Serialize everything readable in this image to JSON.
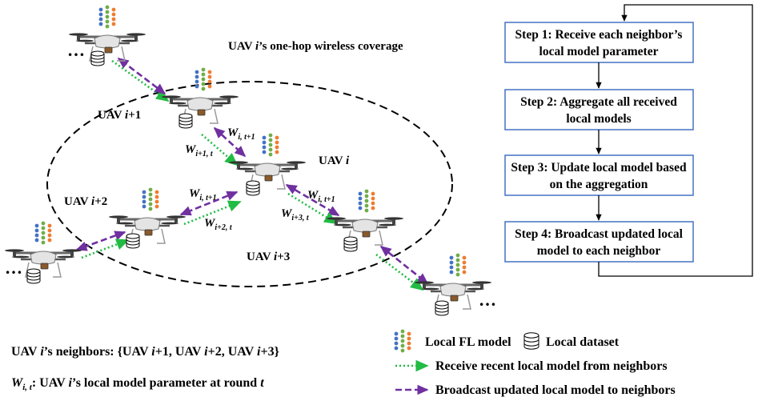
{
  "coverage_label": {
    "pre": "UAV ",
    "var": "i",
    "post": "’s one-hop wireless coverage"
  },
  "steps": [
    {
      "line1": "Step 1: Receive each neighbor’s",
      "line2": "local model parameter"
    },
    {
      "line1": "Step 2: Aggregate all received",
      "line2": "local models"
    },
    {
      "line1": "Step 3: Update local model based",
      "line2": "on the aggregation"
    },
    {
      "line1": "Step 4: Broadcast updated local",
      "line2": "model to each neighbor"
    }
  ],
  "uav_labels": {
    "i": {
      "pre": "UAV ",
      "var": "i",
      "post": ""
    },
    "i1": {
      "pre": "UAV ",
      "var": "i",
      "post": "+1"
    },
    "i2": {
      "pre": "UAV ",
      "var": "i",
      "post": "+2"
    },
    "i3": {
      "pre": "UAV ",
      "var": "i",
      "post": "+3"
    }
  },
  "ellipsis": "…",
  "weights": {
    "w_i_t1_a": {
      "base": "W",
      "sub": "i, t+1"
    },
    "w_i1_t": {
      "base": "W",
      "sub": "i+1, t"
    },
    "w_i_t1_b": {
      "base": "W",
      "sub": "i, t+1"
    },
    "w_i2_t": {
      "base": "W",
      "sub": "i+2, t"
    },
    "w_i_t1_c": {
      "base": "W",
      "sub": "i, t+1"
    },
    "w_i3_t": {
      "base": "W",
      "sub": "i+3, t"
    }
  },
  "neighbors_text": {
    "a": "UAV ",
    "b": "i",
    "c": "’s neighbors: {UAV ",
    "d": "i",
    "e": "+1, UAV ",
    "f": "i",
    "g": "+2, UAV ",
    "h": "i",
    "k": "+3}"
  },
  "wdef_text": {
    "base": "W",
    "sub": "i, t",
    "colon": ":  UAV ",
    "var": "i",
    "mid": "’s local model parameter at round ",
    "tvar": "t"
  },
  "legend": {
    "fl_model": "Local FL model",
    "dataset": "Local dataset",
    "receive": "Receive recent local model from neighbors",
    "broadcast": "Broadcast updated local model to neighbors"
  },
  "colors": {
    "step_border": "#4472c4",
    "receive_arrow": "#22bb44",
    "broadcast_arrow": "#7030a0",
    "node_blue": "#4472c4",
    "node_green": "#70ad47",
    "node_orange": "#ed7d31"
  }
}
